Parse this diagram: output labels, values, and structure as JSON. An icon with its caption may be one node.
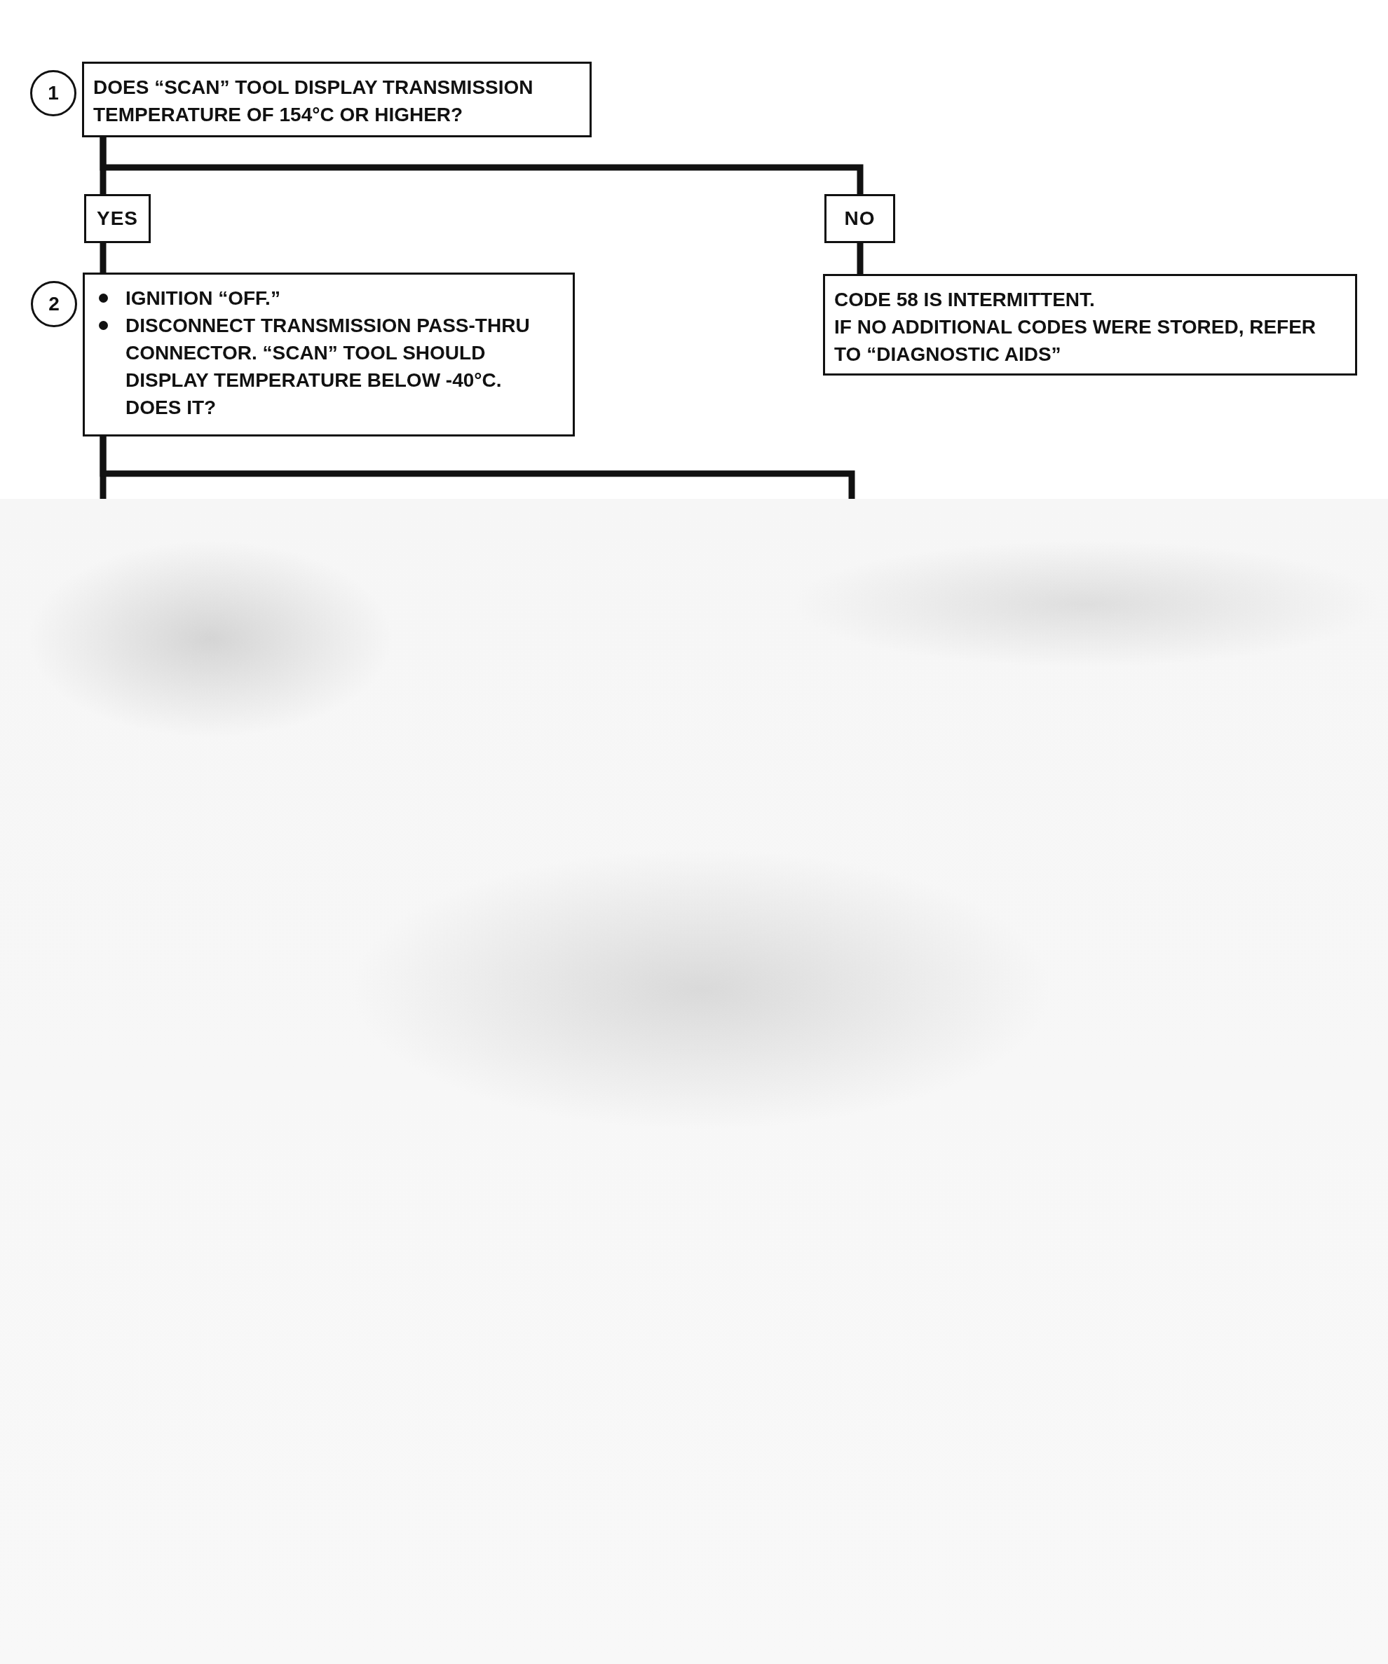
{
  "diagram": {
    "nodes": [
      {
        "text": [
          "DOES “SCAN” TOOL DISPLAY TRANSMISSION TEMPERATURE OF 154°C OR HIGHER?"
        ],
        "beside": [
          "1"
        ]
      },
      {
        "text": [
          "YES"
        ]
      },
      {
        "text": [
          "NO"
        ]
      },
      {
        "text": [
          "IGNITION “OFF.”",
          "DISCONNECT TRANSMISSION PASS-THRU CONNECTOR. “SCAN” TOOL SHOULD DISPLAY TEMPERATURE BELOW -40°C. DOES IT?"
        ],
        "beside": [
          "2"
        ]
      },
      {
        "text": [
          "CODE 58 IS INTERMITTENT.",
          "IF NO ADDITIONAL CODES WERE STORED, REFER TO “DIAGNOSTIC AIDS”"
        ]
      }
    ],
    "edges": [
      {
        "from": 0,
        "to": 1,
        "arrow": "none"
      },
      {
        "from": 0,
        "to": 2,
        "arrow": "none"
      },
      {
        "from": 1,
        "to": 3,
        "arrow": "none"
      },
      {
        "from": 2,
        "to": 4,
        "arrow": "none"
      },
      {
        "from": 3,
        "to": null,
        "arrow": "none"
      },
      {
        "from": 3,
        "to": null,
        "arrow": "none"
      }
    ]
  }
}
